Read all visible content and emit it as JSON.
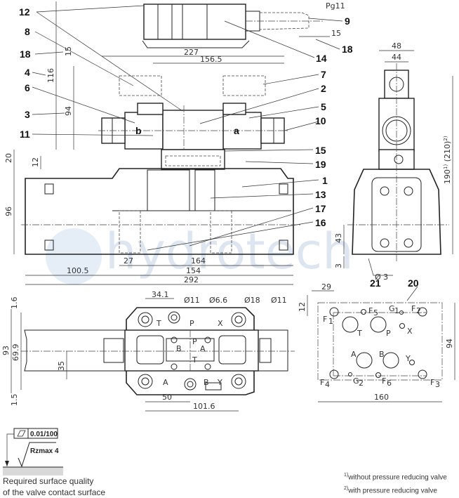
{
  "callouts": {
    "c12": "12",
    "c8": "8",
    "c18a": "18",
    "c4": "4",
    "c6": "6",
    "c3": "3",
    "c11": "11",
    "c9": "9",
    "c18b": "18",
    "c14": "14",
    "c7": "7",
    "c2": "2",
    "c5": "5",
    "c10": "10",
    "c15": "15",
    "c19": "19",
    "c1": "1",
    "c13": "13",
    "c17": "17",
    "c16": "16",
    "c21": "21",
    "c20": "20"
  },
  "side_view": {
    "solenoid_b": "b",
    "solenoid_a": "a",
    "dims": {
      "d227": "227",
      "d156_5": "156.5",
      "d15": "15",
      "d116": "116",
      "d94": "94",
      "d20": "20",
      "d12": "12",
      "d96": "96",
      "d100_5": "100.5",
      "d27": "27",
      "d164": "164",
      "d154": "154",
      "d292": "292",
      "pg11": "Pg11",
      "d15b": "15"
    }
  },
  "end_view": {
    "dims": {
      "d48": "48",
      "d44": "44",
      "d190": "190",
      "sup1": "1)",
      "d210": "(210)",
      "sup2": "2)",
      "d43": "43",
      "d3": "3",
      "dia3": "Ø 3"
    }
  },
  "top_view": {
    "dims": {
      "d34_1": "34.1",
      "dia11a": "Ø11",
      "dia6_6": "Ø6.6",
      "dia18": "Ø18",
      "dia11b": "Ø11",
      "d1_6": "1.6",
      "d93": "93",
      "d69_9": "69.9",
      "d35": "35",
      "d1_5": "1.5",
      "d50": "50",
      "d101_6": "101.6"
    },
    "ports": {
      "T": "T",
      "P": "P",
      "X": "X",
      "B": "B",
      "A": "A",
      "P2": "P",
      "T2": "T",
      "A2": "A",
      "B2": "B",
      "Y": "Y"
    }
  },
  "plate_view": {
    "dims": {
      "d29": "29",
      "d12": "12",
      "d94": "94",
      "d160": "160"
    },
    "ports": {
      "F1": "F",
      "F1s": "1",
      "F5": "F",
      "F5s": "5",
      "G1": "G",
      "G1s": "1",
      "F2": "F",
      "F2s": "2",
      "T": "T",
      "P": "P",
      "X": "X",
      "A": "A",
      "B": "B",
      "Y": "Y",
      "F4": "F",
      "F4s": "4",
      "G2": "G",
      "G2s": "2",
      "F6": "F",
      "F6s": "6",
      "F3": "F",
      "F3s": "3"
    }
  },
  "surface": {
    "flatness": "0.01/100",
    "roughness": "Rzmax 4",
    "caption_line1": "Required surface quality",
    "caption_line2": "of the valve contact surface"
  },
  "footnotes": {
    "n1_mark": "1)",
    "n1": "without pressure reducing valve",
    "n2_mark": "2)",
    "n2": "with pressure reducing valve"
  },
  "watermark": "hydrotech",
  "colors": {
    "line": "#222222",
    "watermark": "#9fb8d6",
    "surface_fill": "#d9d9d9"
  }
}
